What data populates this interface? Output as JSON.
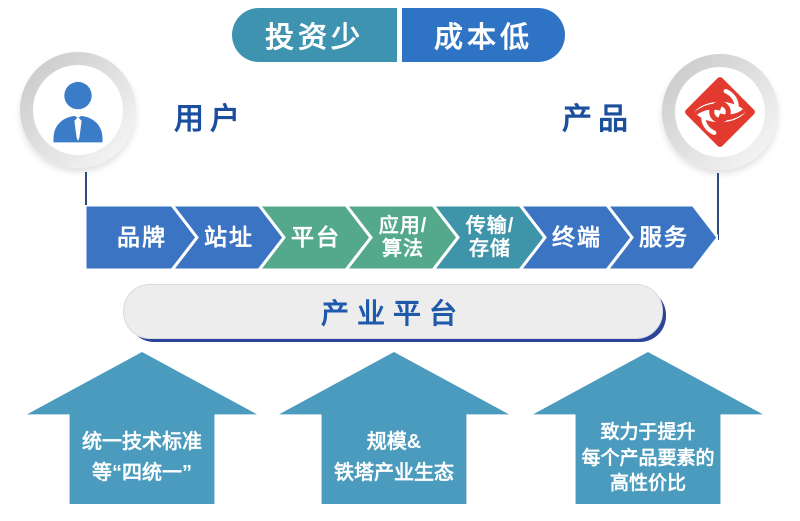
{
  "top_banner": {
    "pills": [
      {
        "label": "投资少",
        "color": "#3E93B0"
      },
      {
        "label": "成本低",
        "color": "#2E73C4"
      }
    ]
  },
  "actors": {
    "user": {
      "label": "用户",
      "icon": "person-icon"
    },
    "product": {
      "label": "产品",
      "icon": "china-tower-logo-icon"
    }
  },
  "chain": {
    "segments": [
      {
        "lines": [
          "品牌"
        ],
        "color": "#3B74C3"
      },
      {
        "lines": [
          "站址"
        ],
        "color": "#3B74C3"
      },
      {
        "lines": [
          "平台"
        ],
        "color": "#54A88C"
      },
      {
        "lines": [
          "应用/",
          "算法"
        ],
        "color": "#54A88C"
      },
      {
        "lines": [
          "传输/",
          "存储"
        ],
        "color": "#3E94A9"
      },
      {
        "lines": [
          "终端"
        ],
        "color": "#3B74C3"
      },
      {
        "lines": [
          "服务"
        ],
        "color": "#3B74C3"
      }
    ]
  },
  "platform": {
    "label": "产业平台",
    "background": "#EDEDEE",
    "border_color": "#2B4398",
    "text_color": "#1E5AA9"
  },
  "pillars": [
    {
      "lines": [
        "统一技术标准",
        "等“四统一”"
      ]
    },
    {
      "lines": [
        "规模&",
        "铁塔产业生态"
      ]
    },
    {
      "lines": [
        "致力于提升",
        "每个产品要素的",
        "高性价比"
      ]
    }
  ],
  "colors": {
    "pillar_arrow": "#4A9BBD",
    "dark_blue_text": "#1B4F9E",
    "person_blue": "#3A7CC8",
    "logo_red": "#E23A2E",
    "connector_line": "#2E4A7C",
    "ring_gray": "#D9D9D9"
  }
}
